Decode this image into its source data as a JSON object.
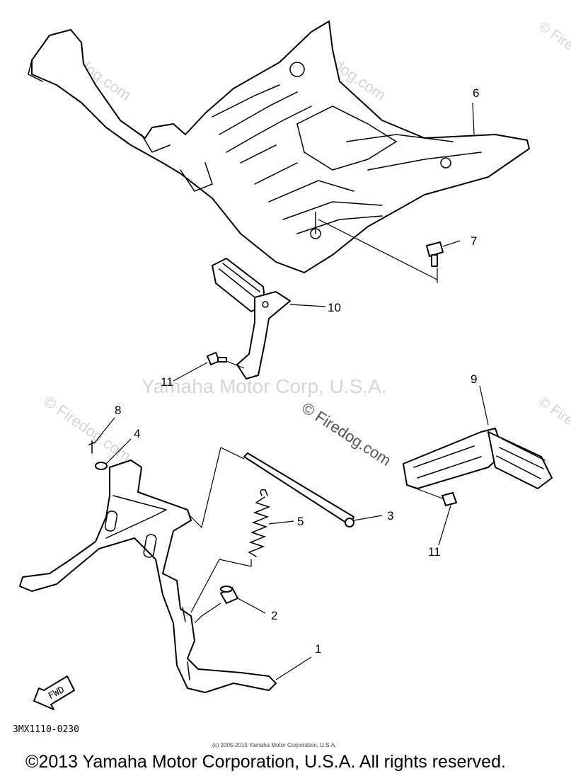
{
  "callouts": [
    "1",
    "2",
    "3",
    "4",
    "5",
    "6",
    "7",
    "8",
    "9",
    "10",
    "11",
    "11"
  ],
  "fwd_label": "FWD",
  "diagram_code": "3MX1110-0230",
  "watermarks": {
    "primary": "Yamaha Motor Corp, U.S.A.",
    "firedog": "© Firedog.com",
    "firedog_short": "© Firedog.com"
  },
  "credit_line": "(c) 2005-2015 Yamaha Motor Corporation, U.S.A.",
  "copyright": "©2013 Yamaha Motor Corporation, U.S.A. All rights reserved."
}
